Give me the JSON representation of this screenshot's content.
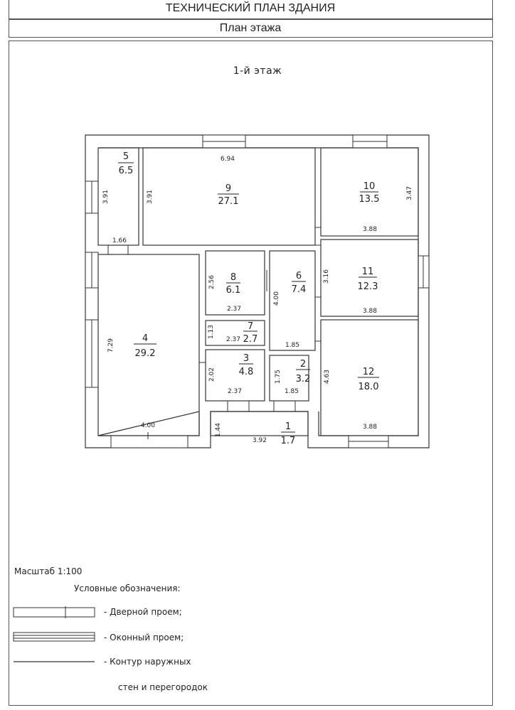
{
  "header": {
    "title": "ТЕХНИЧЕСКИЙ ПЛАН ЗДАНИЯ",
    "subtitle": "План этажа"
  },
  "floor_label": "1-й этаж",
  "rooms": [
    {
      "num": "1",
      "area": "1.7"
    },
    {
      "num": "2",
      "area": "3.2"
    },
    {
      "num": "3",
      "area": "4.8"
    },
    {
      "num": "4",
      "area": "29.2"
    },
    {
      "num": "5",
      "area": "6.5"
    },
    {
      "num": "6",
      "area": "7.4"
    },
    {
      "num": "7",
      "area": "2.7"
    },
    {
      "num": "8",
      "area": "6.1"
    },
    {
      "num": "9",
      "area": "27.1"
    },
    {
      "num": "10",
      "area": "13.5"
    },
    {
      "num": "11",
      "area": "12.3"
    },
    {
      "num": "12",
      "area": "18.0"
    }
  ],
  "dimensions": [
    "6.94",
    "3.91",
    "3.91",
    "1.66",
    "3.47",
    "3.88",
    "2.56",
    "2.37",
    "3.16",
    "4.00",
    "3.88",
    "1.13",
    "2.37",
    "1.85",
    "7.29",
    "2.02",
    "2.37",
    "1.75",
    "1.85",
    "4.63",
    "3.88",
    "1.44",
    "3.92",
    "4.00"
  ],
  "legend": {
    "scale": "Масштаб 1:100",
    "title": "Условные обозначения:",
    "door": "-  Дверной проем;",
    "window": "-  Оконный проем;",
    "contour_1": "-  Контур наружных",
    "contour_2": "стен и перегородок"
  }
}
